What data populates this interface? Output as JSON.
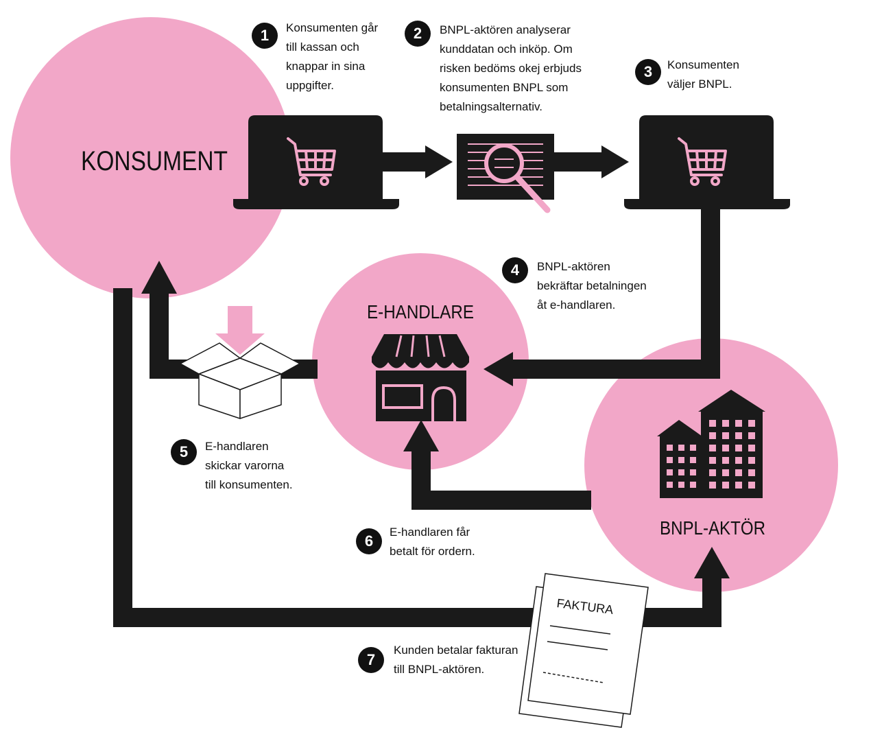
{
  "colors": {
    "pink": "#f2a7c8",
    "black": "#1a1a1a",
    "white": "#ffffff"
  },
  "nodes": {
    "consumer": "KONSUMENT",
    "merchant": "E-HANDLARE",
    "bnpl": "BNPL-AKTÖR"
  },
  "invoice": {
    "title": "FAKTURA"
  },
  "steps": [
    {
      "number": "1",
      "lines": [
        "Konsumenten går",
        "till kassan och",
        "knappar in sina",
        "uppgifter."
      ]
    },
    {
      "number": "2",
      "lines": [
        "BNPL-aktören analyserar",
        "kunddatan och inköp. Om",
        "risken bedöms okej erbjuds",
        "konsumenten BNPL som",
        "betalningsalternativ."
      ]
    },
    {
      "number": "3",
      "lines": [
        "Konsumenten",
        "väljer BNPL."
      ]
    },
    {
      "number": "4",
      "lines": [
        "BNPL-aktören",
        "bekräftar betalningen",
        "åt e-handlaren."
      ]
    },
    {
      "number": "5",
      "lines": [
        "E-handlaren",
        "skickar varorna",
        "till konsumenten."
      ]
    },
    {
      "number": "6",
      "lines": [
        "E-handlaren får",
        "betalt för ordern."
      ]
    },
    {
      "number": "7",
      "lines": [
        "Kunden betalar fakturan",
        "till BNPL-aktören."
      ]
    }
  ],
  "icons": [
    "shopping-cart-icon",
    "magnifier-icon",
    "storefront-icon",
    "office-building-icon",
    "open-box-icon",
    "down-arrow-icon",
    "invoice-icon"
  ]
}
